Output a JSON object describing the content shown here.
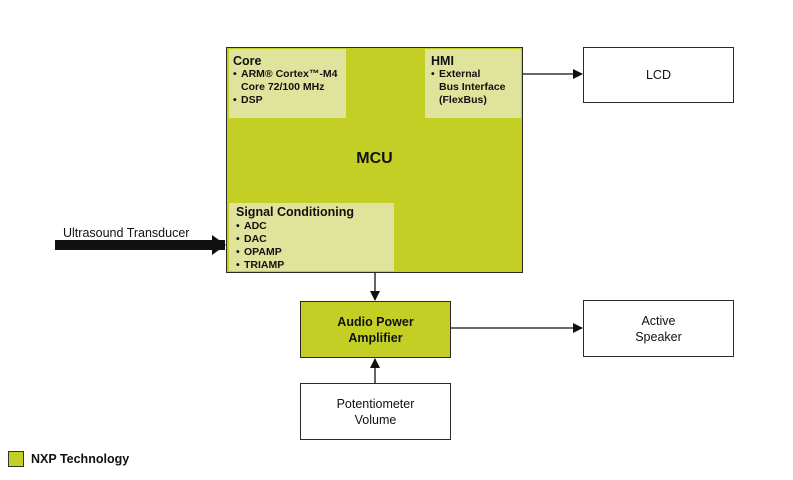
{
  "mcu": {
    "label": "MCU",
    "core": {
      "title": "Core",
      "items": [
        "ARM® Cortex™-M4",
        "Core 72/100 MHz",
        "DSP"
      ]
    },
    "hmi": {
      "title": "HMI",
      "items": [
        "External",
        "Bus Interface",
        "(FlexBus)"
      ]
    },
    "signal_conditioning": {
      "title": "Signal Conditioning",
      "items": [
        "ADC",
        "DAC",
        "OPAMP",
        "TRIAMP"
      ]
    }
  },
  "blocks": {
    "lcd": "LCD",
    "amplifier": [
      "Audio Power",
      "Amplifier"
    ],
    "potentiometer": [
      "Potentiometer",
      "Volume"
    ],
    "speaker": [
      "Active",
      "Speaker"
    ]
  },
  "input": {
    "label": "Ultrasound Transducer"
  },
  "legend": {
    "label": "NXP Technology",
    "color": "#c4cf26"
  },
  "colors": {
    "nxp_green": "#c4cf26",
    "sub_block": "#e0e39b",
    "line": "#111111"
  }
}
